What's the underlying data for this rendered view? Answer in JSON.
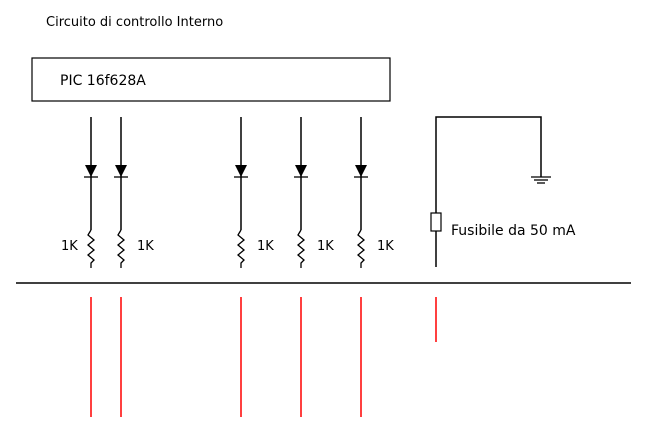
{
  "title": "Circuito di controllo Interno",
  "chip": {
    "label": "PIC 16f628A"
  },
  "channels": [
    {
      "resistor": "1K",
      "label_side": "left"
    },
    {
      "resistor": "1K",
      "label_side": "right"
    },
    {
      "resistor": "1K",
      "label_side": "right"
    },
    {
      "resistor": "1K",
      "label_side": "right"
    },
    {
      "resistor": "1K",
      "label_side": "right"
    }
  ],
  "fuse": {
    "label": "Fusibile da 50 mA"
  },
  "colors": {
    "wire": "#000000",
    "output": "#ff0000"
  }
}
